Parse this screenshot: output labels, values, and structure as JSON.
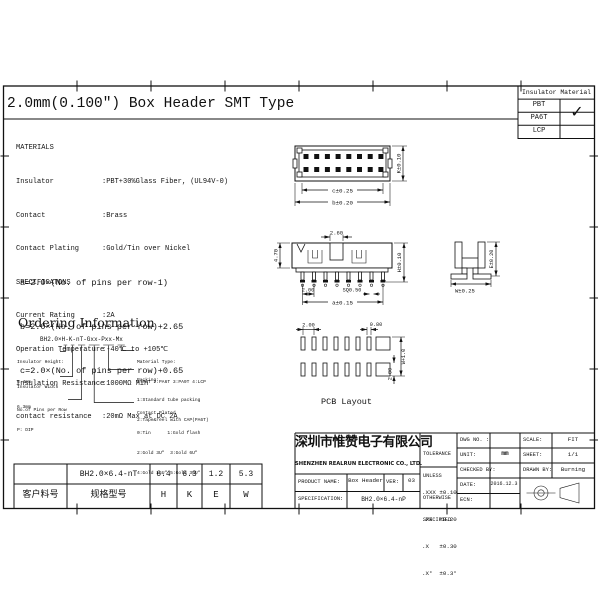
{
  "title": "2.0mm(0.100″) Box Header SMT Type",
  "insulator_material": {
    "header": "Insulator Material",
    "rows": [
      {
        "name": "PBT",
        "mark": ""
      },
      {
        "name": "PA6T",
        "mark": "✓"
      },
      {
        "name": "LCP",
        "mark": ""
      }
    ]
  },
  "materials": {
    "heading": "MATERIALS",
    "rows": [
      {
        "label": "Insulator",
        "value": ":PBT+30%Glass Fiber, (UL94V-0)"
      },
      {
        "label": "Contact",
        "value": ":Brass"
      },
      {
        "label": "Contact Plating",
        "value": ":Gold/Tin over Nickel"
      }
    ]
  },
  "specifications": {
    "heading": "SPECIFICATONS",
    "rows": [
      {
        "label": "Current Rating",
        "value": ":2A"
      },
      {
        "label": "Operation Temperature",
        "value": ":-40℃ to +105℃"
      },
      {
        "label": "Insulation Resistance",
        "value": ":1000MΩ Min"
      },
      {
        "label": "contact resistance",
        "value": ":20mΩ Max at DC 2A"
      }
    ]
  },
  "formulas": [
    "a=2.0×(No. of pins per row-1)",
    "b=2.0×(No. of pins per row)+2.65",
    "c=2.0×(No. of pins per row)+0.65"
  ],
  "dims": {
    "front_c": "c±0.25",
    "front_b": "b±0.20",
    "front_k": "K±0.10",
    "side_260": "2.60",
    "side_470": "4.70",
    "side_h": "H±0.10",
    "side_200": "2.00",
    "side_sq": "SQ0.50",
    "side_a": "a±0.15",
    "clip_e": "E±0.20",
    "clip_w": "W±0.25",
    "pcb_200": "2.00",
    "pcb_080": "0.80",
    "pcb_w10": "W+1.0",
    "pcb_len": "2.00",
    "pcb_title": "PCB Layout"
  },
  "ordering": {
    "heading": "Ordering Information",
    "part_number": "BH2.0×H-K-nT-Gxx-Pxx-Mx",
    "left_labels": [
      {
        "line1": "Insulator Height:",
        "line2": "6.4mm"
      },
      {
        "line1": "Insulator Width",
        "line2": "6.3mm"
      },
      {
        "line1": "No.of Pins per Row",
        "line2": "P: DIP"
      }
    ],
    "right_labels": {
      "material": [
        "Material Type:",
        "1:PBT 2:PA6T 3:PA9T 4:LCP"
      ],
      "packing": [
        "Packing:",
        "1:Standard tube packing",
        "2:Tape&reel with CAP(PA6T)"
      ],
      "plating": [
        "Contact Plated",
        "0:Tin      1:Gold flash",
        "2:Gold 3U″  3:Gold 6U″",
        "4:Gold 15U″ 5:Gold 30U″"
      ]
    }
  },
  "customer_table": {
    "row1": [
      "",
      "BH2.0×6.4-nT",
      "6.4",
      "6.3",
      "1.2",
      "5.3"
    ],
    "row2": [
      "客户料号",
      "规格型号",
      "H",
      "K",
      "E",
      "W"
    ]
  },
  "title_block": {
    "company_cn": "深圳市惟赞电子有限公司",
    "company_en": "SHENZHEN REALRUN ELECTRONIC CO., LTD.",
    "product_name_label": "PRODUCT NAME:",
    "product_name": "Box Header",
    "ver_label": "VER:",
    "ver": "03",
    "spec_label": "SPECIFICATION:",
    "spec": "BH2.0×6.4-nP",
    "tolerance_heading": [
      "TOLERANCE",
      "UNLESS",
      "OTHERWISE",
      "SPECIFIED"
    ],
    "tolerances": [
      ".XXX ±0.10",
      ".XX  ±0.20",
      ".X   ±0.30",
      ".X°  ±0.3°"
    ],
    "dwg_no_label": "DWG NO. :",
    "dwg_no": "",
    "unit_label": "UNIT:",
    "unit": "mm",
    "checked_label": "CHECKED BY:",
    "checked": "",
    "date_label": "DATE:",
    "date": "2016.12.3",
    "ecn_label": "ECN:",
    "ecn": "",
    "scale_label": "SCALE:",
    "scale": "FIT",
    "sheet_label": "SHEET:",
    "sheet": "1/1",
    "drawn_label": "DRAWN BY:",
    "drawn": "Burning"
  }
}
